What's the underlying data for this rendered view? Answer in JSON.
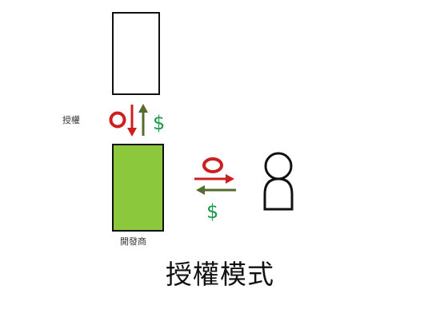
{
  "diagram": {
    "license_label": "授權",
    "developer_label": "開發商",
    "title": "授權模式",
    "dollar_symbol": "$"
  },
  "colors": {
    "developer_fill": "#8cc83c",
    "red_arrow": "#cc1f1f",
    "olive_arrow": "#556b2f",
    "dollar_green": "#1a9a4a",
    "outline": "#111111"
  },
  "icons": {
    "license_token": "circle-token-icon",
    "money": "dollar-icon",
    "user": "person-icon"
  }
}
